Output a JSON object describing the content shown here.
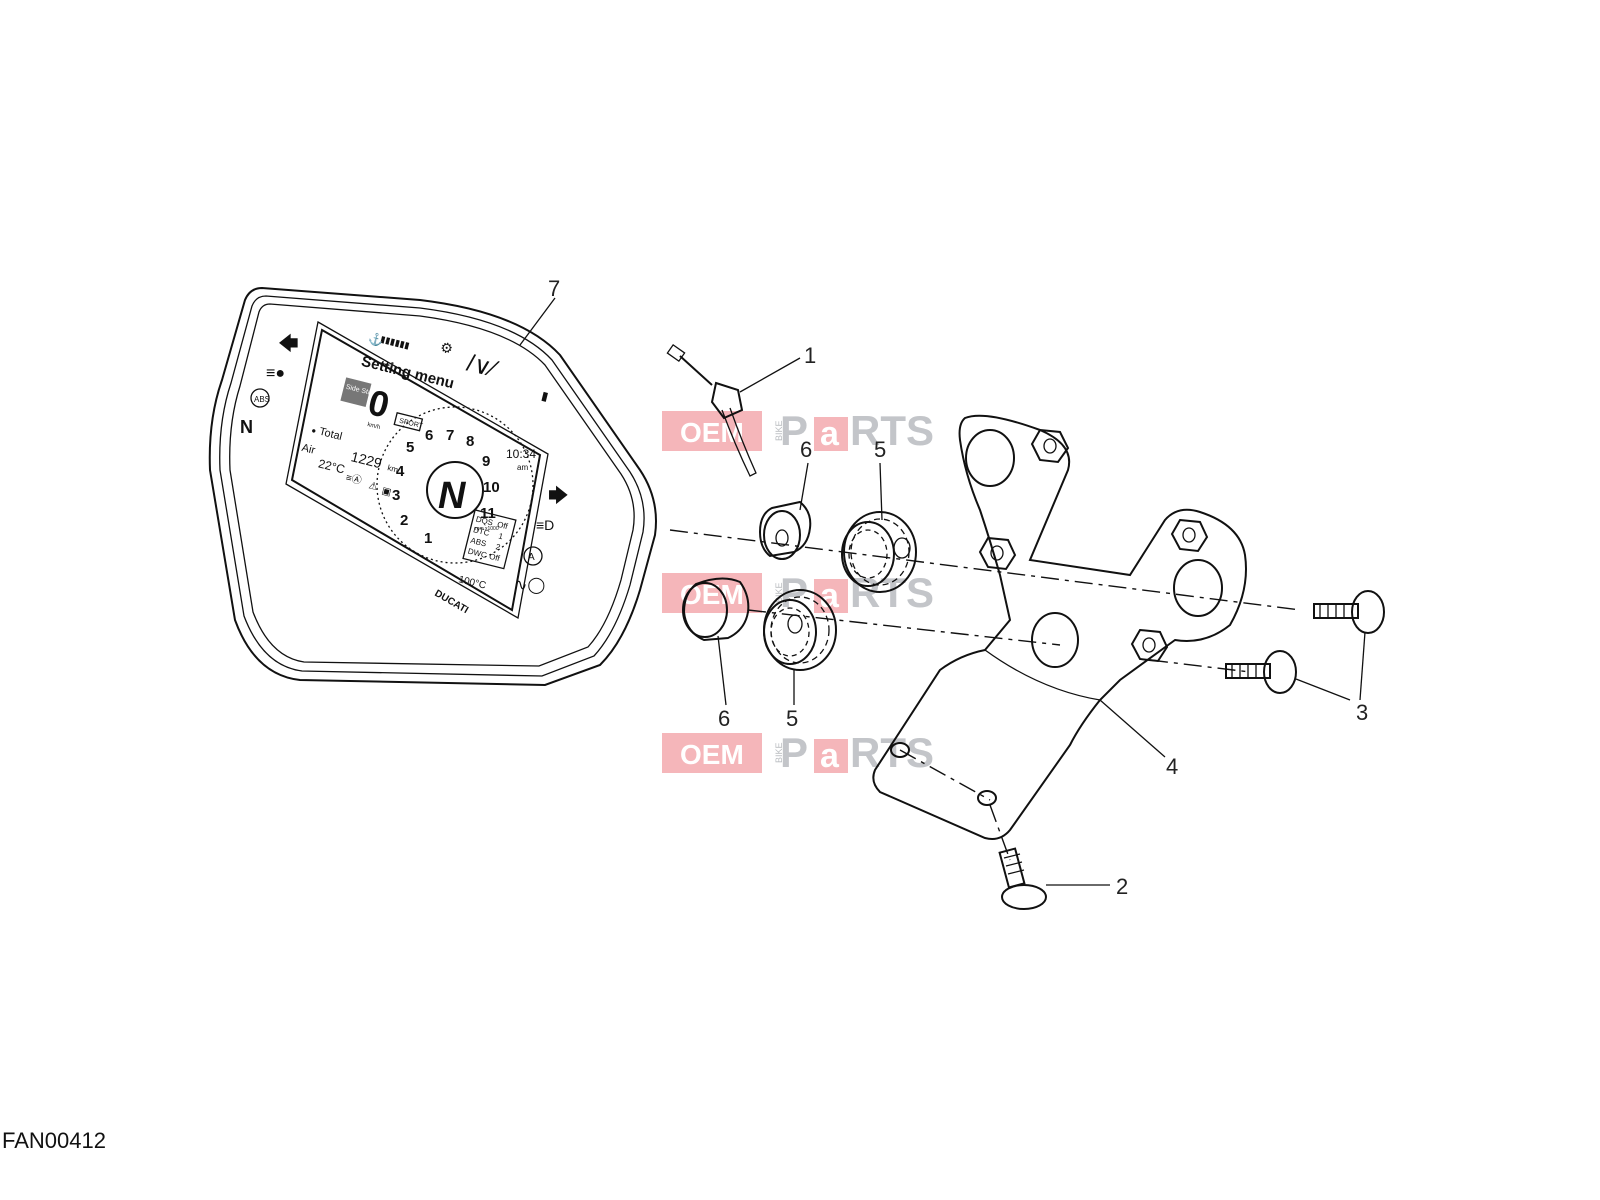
{
  "diagram_code": "FAN00412",
  "callouts": {
    "c1": "1",
    "c2": "2",
    "c3": "3",
    "c4": "4",
    "c5a": "5",
    "c5b": "5",
    "c6a": "6",
    "c6b": "6",
    "c7": "7"
  },
  "watermark": {
    "oem": "OEM",
    "bike": "BIKE",
    "p": "P",
    "a": "a",
    "rts": "RTS"
  },
  "dashboard": {
    "menu_title": "Setting menu",
    "side_stand": "Side Stand",
    "speed": "0",
    "speed_unit": "km/h",
    "mode": "SPORT",
    "gear": "N",
    "clock": "10:34",
    "ampm": "am",
    "odo_label": "Total",
    "odo_value": "1229",
    "odo_unit": "km",
    "air_label": "Air",
    "air_temp": "22°C",
    "coolant": "100°C",
    "brand": "DUCATI",
    "rpm_unit": "rpm x1000",
    "tach_numbers": [
      "1",
      "2",
      "3",
      "4",
      "5",
      "6",
      "7",
      "8",
      "9",
      "10",
      "11"
    ],
    "settings": [
      {
        "name": "DQS",
        "value": "Off"
      },
      {
        "name": "DTC",
        "value": "1"
      },
      {
        "name": "ABS",
        "value": "2"
      },
      {
        "name": "DWC",
        "value": "Off"
      }
    ],
    "abs_icon": "ABS",
    "neutral_icon": "N"
  }
}
